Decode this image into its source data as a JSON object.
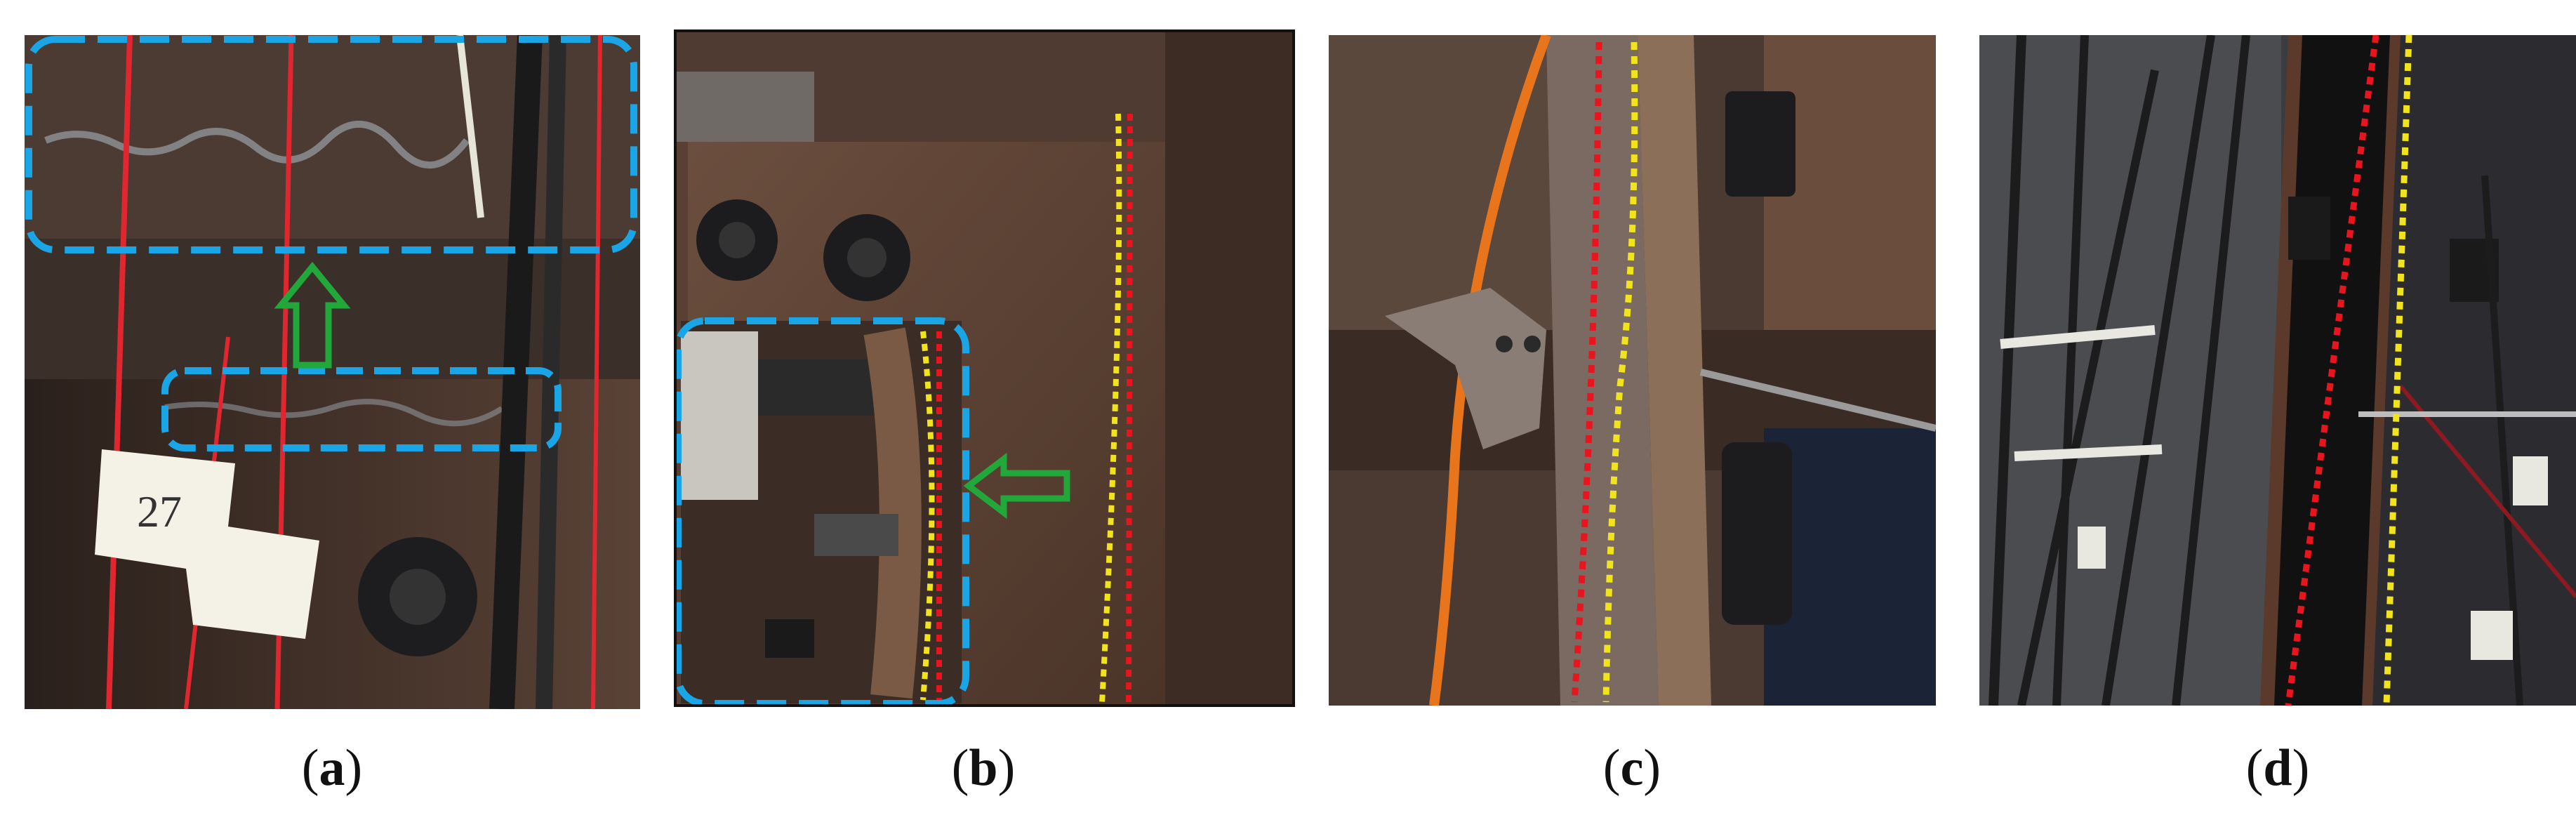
{
  "figure": {
    "panels": [
      {
        "id": "a",
        "caption_open": "(",
        "caption_letter": "a",
        "caption_close": ")"
      },
      {
        "id": "b",
        "caption_open": "(",
        "caption_letter": "b",
        "caption_close": ")"
      },
      {
        "id": "c",
        "caption_open": "(",
        "caption_letter": "c",
        "caption_close": ")"
      },
      {
        "id": "d",
        "caption_open": "(",
        "caption_letter": "d",
        "caption_close": ")"
      }
    ],
    "panel_a_tag_text": "27"
  },
  "colors": {
    "highlight_box": "#1aa5e6",
    "arrow": "#22a83a",
    "line_red": "#e8141e",
    "line_yellow": "#f2e41c",
    "steel_dark": "#3a2b22",
    "steel_rust": "#6e4a35"
  }
}
